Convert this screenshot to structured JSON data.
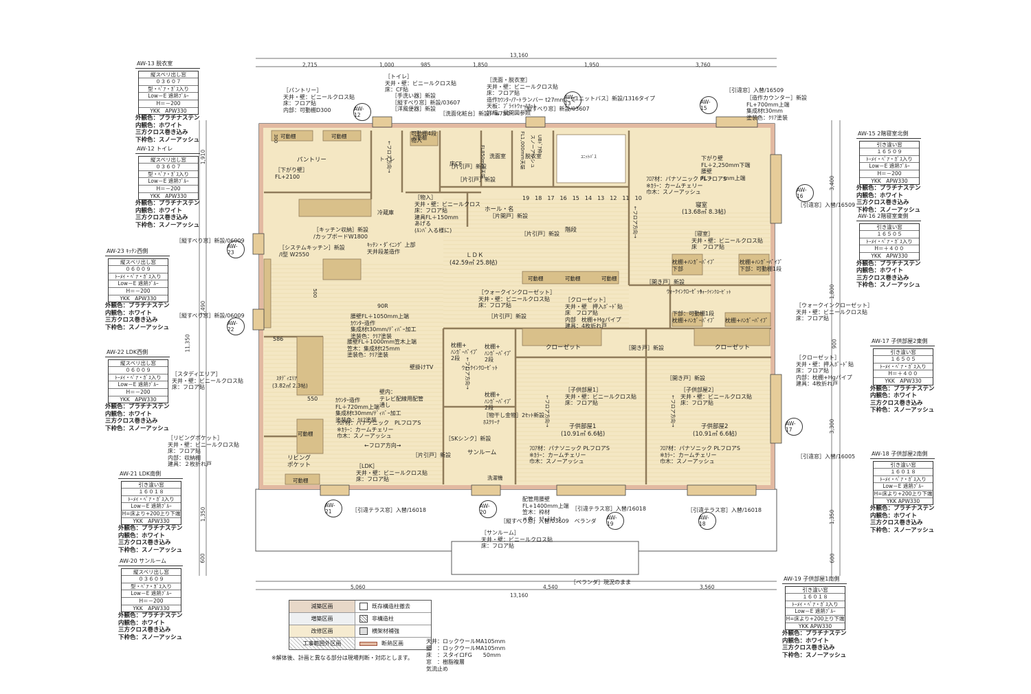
{
  "overall": {
    "top_total": "13,160",
    "top_segments": [
      "2,715",
      "1,000",
      "985",
      "1,850",
      "1,950",
      "3,760"
    ],
    "bottom_total": "13,160",
    "bottom_segments": [
      "5,060",
      "4,540",
      "3,560"
    ],
    "left_dims": [
      "1,910",
      "7,490",
      "11,350",
      "1,350",
      "600"
    ],
    "right_dims": [
      "3,400",
      "1,800",
      "900",
      "3,300",
      "1,350",
      "600"
    ]
  },
  "panels": [
    {
      "code": "AW-13 脱衣室",
      "box": [
        "縦スベリ出し窓",
        "０３６０７",
        "型・ﾍﾟｱ・ｶﾞｽ入り",
        "Low－E 遮熱ﾌﾞﾙｰ",
        "H＝－200",
        "YKK　APW330"
      ],
      "lines": [
        "外観色：プラチナステン",
        "内観色：ホワイト",
        "三方クロス巻き込み",
        "下枠色：スノーアッシュ"
      ]
    },
    {
      "code": "AW-12 トイレ",
      "box": [
        "縦スベリ出し窓",
        "０３６０７",
        "型・ﾍﾟｱ・ｶﾞｽ入り",
        "Low－E 遮熱ﾌﾞﾙｰ",
        "H＝－200",
        "YKK　APW330"
      ],
      "lines": [
        "外観色：プラチナステン",
        "内観色：ホワイト",
        "三方クロス巻き込み",
        "下枠色：スノーアッシュ"
      ]
    },
    {
      "code": "AW-23 ｷｯﾁﾝ西側",
      "box": [
        "縦スベリ出し窓",
        "０６００９",
        "ﾄｰﾒｲ・ﾍﾟｱ・ｶﾞｽ入り",
        "Low－E 遮熱ﾌﾞﾙｰ",
        "H＝－200",
        "YKK　APW330"
      ],
      "lines": [
        "外観色：プラチナステン",
        "内観色：ホワイト",
        "三方クロス巻き込み",
        "下枠色：スノーアッシュ"
      ]
    },
    {
      "code": "AW-22 LDK西側",
      "box": [
        "縦スベリ出し窓",
        "０６００９",
        "ﾄｰﾒｲ・ﾍﾟｱ・ｶﾞｽ入り",
        "Low－E 遮熱ﾌﾞﾙｰ",
        "H＝－200",
        "YKK　APW330"
      ],
      "lines": [
        "外観色：プラチナステン",
        "内観色：ホワイト",
        "三方クロス巻き込み",
        "下枠色：スノーアッシュ"
      ]
    },
    {
      "code": "AW-21 LDK南側",
      "box": [
        "引き違い窓",
        "１６０１８",
        "ﾄｰﾒｲ・ﾍﾟｱ・ｶﾞｽ入り",
        "Low－E 遮熱ﾌﾞﾙｰ",
        "H=床より+200上り下端",
        "YKK　APW330"
      ],
      "lines": [
        "外観色：プラチナステン",
        "内観色：ホワイト",
        "三方クロス巻き込み",
        "下枠色：スノーアッシュ"
      ]
    },
    {
      "code": "AW-20 サンルーム",
      "box": [
        "縦スベリ出し窓",
        "０３６０９",
        "型・ﾍﾟｱ・ｶﾞｽ入り",
        "Low－E 遮熱ﾌﾞﾙｰ",
        "H＝－200",
        "YKK　APW330"
      ],
      "lines": [
        "外観色：プラチナステン",
        "内観色：ホワイト",
        "三方クロス巻き込み",
        "下枠色：スノーアッシュ"
      ]
    },
    {
      "code": "AW-15 2階寝室北側",
      "box": [
        "引き違い窓",
        "１６５０９",
        "ﾄｰﾒｲ・ﾍﾟｱ・ｶﾞｽ入り",
        "Low－E 遮熱ﾌﾞﾙｰ",
        "H＝－200",
        "YKK　APW330"
      ],
      "lines": [
        "外観色：プラチナステン",
        "内観色：ホワイト",
        "三方クロス巻き込み",
        "下枠色：スノーアッシュ"
      ]
    },
    {
      "code": "AW-16 2階寝室東側",
      "box": [
        "引き違い窓",
        "１６５０５",
        "ﾄｰﾒｲ・ﾍﾟｱ・ｶﾞｽ入り",
        "H＝＋４００",
        "YKK　APW330"
      ],
      "lines": [
        "外観色：プラチナステン",
        "内観色：ホワイト",
        "三方クロス巻き込み",
        "下枠色：スノーアッシュ"
      ]
    },
    {
      "code": "AW-17 子供部屋2東側",
      "box": [
        "引き違い窓",
        "１６５０５",
        "ﾄｰﾒｲ・ﾍﾟｱ・ｶﾞｽ入り",
        "H＝＋４００",
        "YKK　APW330"
      ],
      "lines": [
        "外観色：プラチナステン",
        "内観色：ホワイト",
        "三方クロス巻き込み",
        "下枠色：スノーアッシュ"
      ]
    },
    {
      "code": "AW-18 子供部屋2南側",
      "box": [
        "引き違い窓",
        "１６０１８",
        "ﾄｰﾒｲ・ﾍﾟｱ・ｶﾞｽ入り",
        "Low－E 遮熱ﾌﾞﾙｰ",
        "H=床より+200上り下端",
        "YKK APW330"
      ],
      "lines": [
        "外観色：プラチナステン",
        "内観色：ホワイト",
        "三方クロス巻き込み",
        "下枠色：スノーアッシュ"
      ]
    },
    {
      "code": "AW-19 子供部屋1南側",
      "box": [
        "引き違い窓",
        "１６０１８",
        "ﾄｰﾒｲ・ﾍﾟｱ・ｶﾞｽ入り",
        "Low－E 遮熱ﾌﾞﾙｰ",
        "H=床より+200上り下端",
        "YKK APW330"
      ],
      "lines": [
        "外観色：プラチナステン",
        "内観色：ホワイト",
        "三方クロス巻き込み",
        "下枠色：スノーアッシュ"
      ]
    }
  ],
  "rooms": {
    "pantry": "パントリー",
    "toilet": "トイレ",
    "washroom": "洗面室",
    "dressing": "脱衣室",
    "fridge": "冷蔵庫",
    "ldk": "ＬＤＫ",
    "ldk_area": "(42.59㎡ 25.8帖)",
    "hall": "ホール・名",
    "bedroom": "寝室",
    "bedroom_area": "(13.68㎡ 8.3帖)",
    "wic": "ｳｫｰｸｲﾝｸﾛｰｾﾞｯﾄ",
    "study": "ｽﾀﾃﾞｨｴﾘｱ",
    "study_area": "(3.82㎡ 2.3帖)",
    "living_pocket": "リビング",
    "living_pocket2": "ポケット",
    "sunroom": "サンルーム",
    "washer": "洗濯機",
    "child1": "子供部屋1",
    "child1_area": "(10.91㎡ 6.6帖)",
    "child2": "子供部屋2",
    "child2_area": "(10.91㎡ 6.6帖)",
    "closet1": "クローゼット",
    "closet2": "クローゼット",
    "stairs": "階段",
    "ub": "ﾕﾆｯﾄﾊﾞｽ"
  },
  "shelves": [
    "可動棚",
    "可動棚",
    "可動棚",
    "可動棚",
    "可動棚",
    "可動棚",
    "可動棚",
    "可動棚"
  ],
  "aw_tags": [
    "AW-12",
    "AW-13",
    "AW-15",
    "AW-16",
    "AW-17",
    "AW-18",
    "AW-19",
    "AW-20",
    "AW-21",
    "AW-22",
    "AW-23"
  ],
  "labels": [
    {
      "id": "pantry",
      "lines": [
        "［パントリー］",
        "天井・壁：ビニールクロス貼",
        "床：フロア貼",
        "内部：可動棚D300"
      ]
    },
    {
      "id": "toilet",
      "lines": [
        "［トイレ］",
        "天井・壁：ビニールクロス貼",
        "床：CF貼"
      ]
    },
    {
      "id": "toilet2",
      "lines": [
        "［手洗い器］新設",
        "［縦すべり窓］新設/03607",
        "［洋風便器］新設"
      ]
    },
    {
      "id": "wash",
      "lines": [
        "［洗面・脱衣室］",
        "天井・壁：ビニールクロス貼",
        "床：フロア貼",
        "造作ｶｳﾝﾀｰ/ｱｰﾄランバー t27mmにて",
        "天板：ﾌﾞﾗｲﾄｳｫｰﾙﾅｯﾄ",
        "詳細：展開図参照"
      ]
    },
    {
      "id": "wash2",
      "lines": [
        "［洗面化粧台］新設／w750"
      ]
    },
    {
      "id": "wash3",
      "lines": [
        "［縦すべり窓］新設/03607"
      ]
    },
    {
      "id": "ub",
      "lines": [
        "［ユニットバス］新設/1316タイプ"
      ]
    },
    {
      "id": "bedroom_win",
      "lines": [
        "［引違窓］入替/16509"
      ]
    },
    {
      "id": "counter",
      "lines": [
        "［造作カウンター］新設",
        "FL+700mm上端",
        "集成材t30mm",
        "塗装色：ｸﾘｱ塗装"
      ]
    },
    {
      "id": "kitchen_storage",
      "lines": [
        "［キッチン収納］新設",
        "/カップボードW1800"
      ]
    },
    {
      "id": "sys_kitchen",
      "lines": [
        "［システムキッチン］新設",
        "/I型 W2550"
      ]
    },
    {
      "id": "kd_ceiling",
      "lines": [
        "ｷｯﾁﾝ・ﾀﾞｲﾆﾝｸﾞ 上部",
        "天井段差造作"
      ]
    },
    {
      "id": "storage",
      "lines": [
        "［物入］",
        "天井・壁：ビニールクロス",
        "床：フロア貼",
        "建具FL＋150mm",
        "あげる",
        "(ﾙﾝﾊﾞ入る様に)"
      ]
    },
    {
      "id": "walkin",
      "lines": [
        "［ウォークインクローゼット］",
        "天井・壁：ビニールクロス貼",
        "床：フロア貼"
      ]
    },
    {
      "id": "closet_a",
      "lines": [
        "［クローゼット］",
        "天井・壁　押入ﾎﾞｰﾄﾞ貼",
        "床　フロア貼",
        "内部　枕棚+Hgパイプ",
        "建具：4枚折れ戸"
      ]
    },
    {
      "id": "wic_right",
      "lines": [
        "［ウォークインクローゼット］",
        "天井・壁：ビニールクロス貼",
        "床：フロア貼"
      ]
    },
    {
      "id": "bedroom_detail",
      "lines": [
        "［寝室］",
        "天井・壁：ビニールクロス貼",
        "床　フロア貼"
      ]
    },
    {
      "id": "bed_floor",
      "lines": [
        "ﾌﾛｱ材：パナソニック PLフロアS",
        "※ｶﾗｰ：カームチェリー",
        "巾木：スノーアッシュ"
      ]
    },
    {
      "id": "bed_wall",
      "lines": [
        "下がり壁",
        "FL＋2,250mm下端",
        "腰壁",
        "FL＋　　mm上端"
      ]
    },
    {
      "id": "counter_wall",
      "lines": [
        "腰壁FL＋1050mm上端",
        "ｶｳﾝﾀｰ造作",
        "集成材t30mm/ﾃﾞｨﾊﾞｰ加工",
        "塗装色：ｸﾘｱ塗装"
      ]
    },
    {
      "id": "counter_wall2",
      "lines": [
        "腰壁FL＋1000mm笠木上端",
        "笠木：集成材t25mm",
        "塗装色：ｸﾘｱ塗装"
      ]
    },
    {
      "id": "study",
      "lines": [
        "［スタディエリア］",
        "天井・壁：ビニールクロス貼",
        "床：フロア貼"
      ]
    },
    {
      "id": "study_counter",
      "lines": [
        "ｶｳﾝﾀｰ造作",
        "FL＋720mm上端",
        "集成材t30mm/ﾃﾞｨﾊﾞｰ加工",
        "塗装色：ｸﾘｱ塗装"
      ]
    },
    {
      "id": "tv",
      "lines": [
        "壁掛けTV"
      ]
    },
    {
      "id": "tv_wall",
      "lines": [
        "壁内：",
        "テレビ配線用配管",
        "通し"
      ]
    },
    {
      "id": "ldk_floor",
      "lines": [
        "ﾌﾛｱ材：パナソニック　PLフロアS",
        "※ｶﾗｰ：カームチェリー",
        "巾木：スノーアッシュ"
      ]
    },
    {
      "id": "floor_dir",
      "lines": [
        "←フロア方向→"
      ]
    },
    {
      "id": "living_pocket",
      "lines": [
        "［リビングポケット］",
        "天井・壁：ビニールクロス貼",
        "床：フロア貼",
        "内部：収納棚",
        "建具：２枚折れ戸"
      ]
    },
    {
      "id": "ldk_detail",
      "lines": [
        "［LDK］",
        "天井・壁：ビニールクロス貼",
        "床：フロア貼"
      ]
    },
    {
      "id": "sk_sink",
      "lines": [
        "［SKシンク］新設"
      ]
    },
    {
      "id": "hanger",
      "lines": [
        "［物干し金物］2ｾｯﾄ新設",
        "ﾎｽｸﾘｰﾅ"
      ]
    },
    {
      "id": "slide_door_a",
      "lines": [
        "［片引戸］新設"
      ]
    },
    {
      "id": "slide_door_b",
      "lines": [
        "［片引戸］新設"
      ]
    },
    {
      "id": "open_door_a",
      "lines": [
        "［開き戸］新設"
      ]
    },
    {
      "id": "open_door_b",
      "lines": [
        "［開き戸］新設"
      ]
    },
    {
      "id": "open_door_c",
      "lines": [
        "［開き戸］新設"
      ]
    },
    {
      "id": "door_k",
      "lines": [
        "［片引戸］新設"
      ]
    },
    {
      "id": "door_h",
      "lines": [
        "［片開戸］新設"
      ]
    },
    {
      "id": "down_wall",
      "lines": [
        "［下がり壁］",
        "FL+2100"
      ]
    },
    {
      "id": "child1",
      "lines": [
        "［子供部屋1］",
        "天井・壁：ビニールクロス貼",
        "床：フロア貼"
      ]
    },
    {
      "id": "child2",
      "lines": [
        "［子供部屋2］",
        "天井・壁：ビニールクロス貼",
        "床：フロア貼"
      ]
    },
    {
      "id": "child1_floor",
      "lines": [
        "ﾌﾛｱ材：パナソニック PLフロアS",
        "※ｶﾗｰ：カームチェリー",
        "巾木：スノーアッシュ"
      ]
    },
    {
      "id": "child2_floor",
      "lines": [
        "ﾌﾛｱ材：パナソニック PLフロアS",
        "※ｶﾗｰ：カームチェリー",
        "巾木：スノーアッシュ"
      ]
    },
    {
      "id": "west_win1",
      "lines": [
        "［縦すべり窓］新設/06009"
      ]
    },
    {
      "id": "west_win2",
      "lines": [
        "［縦すべり窓］新設/06009"
      ]
    },
    {
      "id": "east_win1",
      "lines": [
        "［引違窓］入替/16509"
      ]
    },
    {
      "id": "east_win2",
      "lines": [
        "［引違窓］入替/16005"
      ]
    },
    {
      "id": "south_win1",
      "lines": [
        "［引違テラス窓］入替/16018"
      ]
    },
    {
      "id": "south_win2",
      "lines": [
        "［引違テラス窓］入替/16018"
      ]
    },
    {
      "id": "south_win3",
      "lines": [
        "［引違テラス窓］入替/16018"
      ]
    },
    {
      "id": "pipe_wall",
      "lines": [
        "配管用腰壁",
        "FL+1400mm上端",
        "笠木：枠材",
        "＊色：ﾅﾁｭﾗﾙｵｰｸ"
      ]
    },
    {
      "id": "south_win4",
      "lines": [
        "［縦すべり窓］入替/03609　ベランダ"
      ]
    },
    {
      "id": "sunroom",
      "lines": [
        "［サンルーム］",
        "天井・壁：ビニールクロス貼",
        "床：フロア貼"
      ]
    },
    {
      "id": "veranda",
      "lines": [
        "［ベランダ］現況のまま"
      ]
    },
    {
      "id": "closet_b",
      "lines": [
        "［クローゼット］",
        "天井・壁：押入ﾎﾞｰﾄﾞ貼",
        "床：フロア貼",
        "内部：枕棚+Hgパイプ",
        "建具：4枚折れ戸"
      ]
    },
    {
      "id": "bunk1",
      "lines": [
        "枕棚+ﾊﾝｶﾞｰﾊﾟｲﾌﾟ",
        "下部"
      ]
    },
    {
      "id": "bunk2",
      "lines": [
        "枕棚+ﾊﾝｶﾞｰﾊﾟｲﾌﾟ",
        "下部：可動棚1段"
      ]
    },
    {
      "id": "bunk3",
      "lines": [
        "下部：可動棚1段",
        "枕棚+ﾊﾝｶﾞｰﾊﾟｲﾌﾟ"
      ]
    },
    {
      "id": "bunk4",
      "lines": [
        "枕棚+ﾊﾝｶﾞｰﾊﾟｲﾌﾟ"
      ]
    },
    {
      "id": "wic_inner",
      "lines": [
        "ｳｫｰｸｲﾝｸﾛｰｾﾞｯﾄ"
      ]
    },
    {
      "id": "stairs_num",
      "lines": [
        "19　18　17　16　15　14　13　12　11　10"
      ]
    },
    {
      "id": "misc_90r",
      "lines": [
        "90R"
      ]
    },
    {
      "id": "misc_586",
      "lines": [
        "586"
      ]
    },
    {
      "id": "misc_550",
      "lines": [
        "550"
      ]
    },
    {
      "id": "misc_500",
      "lines": [
        "500"
      ]
    },
    {
      "id": "misc_300",
      "lines": [
        "300"
      ]
    },
    {
      "id": "ub_door",
      "lines": [
        "UBﾄﾞｱ枠",
        "スノーアッシュ"
      ]
    },
    {
      "id": "toilet_door",
      "lines": [
        "［片引戸］新設"
      ]
    },
    {
      "id": "toilet_door2",
      "lines": [
        "［片引戸］新設"
      ]
    },
    {
      "id": "shelf4",
      "lines": [
        "可動棚4段",
        "物入"
      ]
    },
    {
      "id": "wash_counter",
      "lines": [
        "FL850mm天端"
      ]
    },
    {
      "id": "ub_fl",
      "lines": [
        "FL1,000mm天端"
      ]
    },
    {
      "id": "floor_cf",
      "lines": [
        "床CF"
      ]
    },
    {
      "id": "fdir1",
      "lines": [
        "←フロア方向→"
      ]
    },
    {
      "id": "fdir2",
      "lines": [
        "←フロア方向→"
      ]
    },
    {
      "id": "fdir3",
      "lines": [
        "←フロア方向→"
      ]
    },
    {
      "id": "fdir4",
      "lines": [
        "←フロア方向→"
      ]
    },
    {
      "id": "fdir5",
      "lines": [
        "←フロア方向→"
      ]
    },
    {
      "id": "hb1",
      "lines": [
        "枕棚+",
        "ﾊﾝｶﾞｰﾊﾟｲﾌﾟ",
        "2段"
      ]
    },
    {
      "id": "hb2",
      "lines": [
        "枕棚+",
        "ﾊﾝｶﾞｰﾊﾟｲﾌﾟ",
        "2段"
      ]
    },
    {
      "id": "hb3",
      "lines": [
        "枕棚+",
        "ﾊﾝｶﾞｰﾊﾟｲﾌﾟ",
        "2段"
      ]
    },
    {
      "id": "wic_small",
      "lines": [
        "ｳｫｰｸｲﾝｸﾛｰｾﾞｯﾄ"
      ]
    }
  ],
  "legend": {
    "rows": [
      {
        "name": "減築区画",
        "desc": "既存構造柱撤去",
        "color": "#e8d8c8"
      },
      {
        "name": "増築区画",
        "desc": "非構造柱",
        "color": "#eef0f2"
      },
      {
        "name": "改修区画",
        "desc": "横架材補強",
        "color": "#f6ebd0"
      },
      {
        "name": "工事範囲外区画",
        "desc": "断熱区画",
        "color": "#ffffff"
      }
    ]
  },
  "insulation": [
    "天井：ロックウールMA105mm",
    "壁　：ロックウールMA105mm",
    "床　：スタイロFG　　50mm",
    "窓　：樹脂複層",
    "気流止め"
  ],
  "note": "※解体後、計画と異なる部分は現場判断・対応とします。",
  "colors": {
    "wall": "#e2b9a1",
    "floor": "#f4e7c3",
    "furniture": "#d9c08a",
    "window": "#e6cc99",
    "stripe": "#e5d3a4"
  }
}
